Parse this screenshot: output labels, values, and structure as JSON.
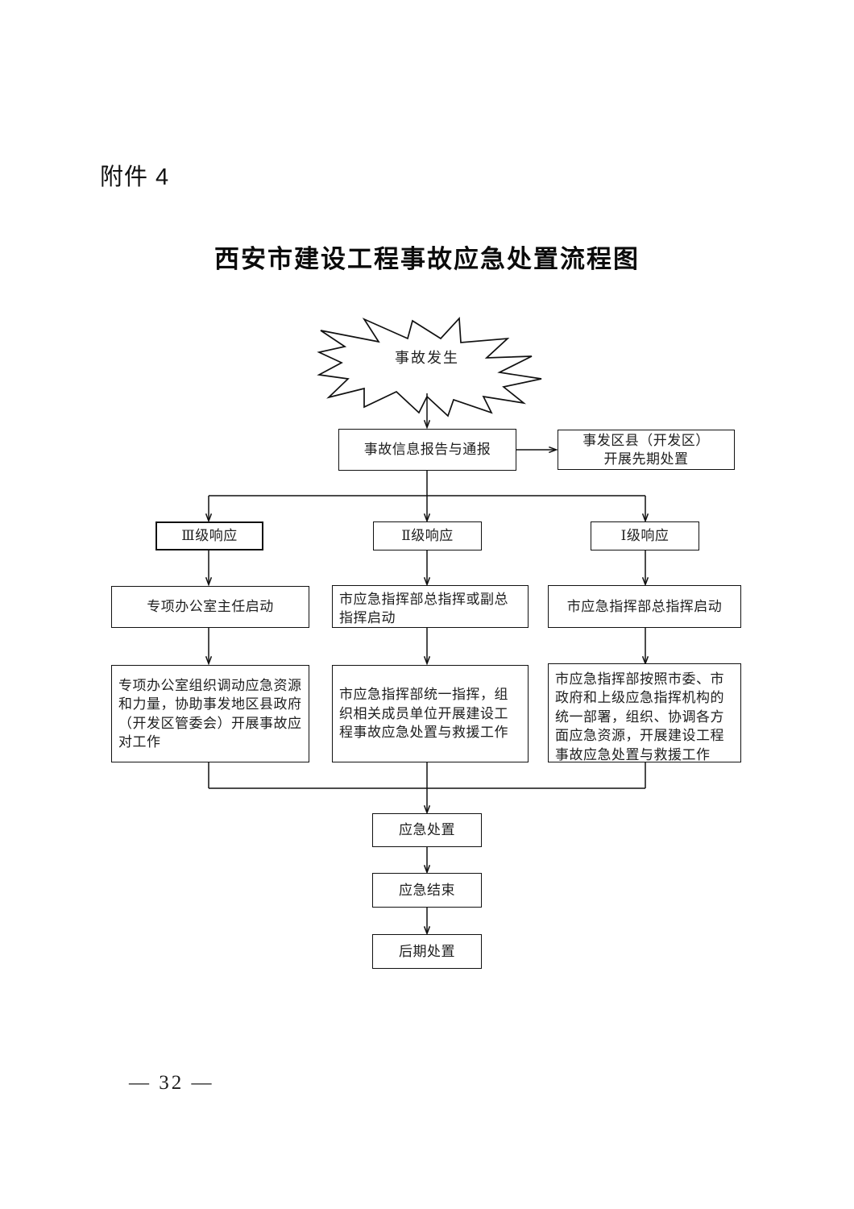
{
  "page": {
    "attachment_label": "附件 4",
    "title": "西安市建设工程事故应急处置流程图",
    "page_number": "—  32  —"
  },
  "flow": {
    "start_burst": {
      "shape": "starburst",
      "label": "事故发生"
    },
    "nodes": [
      {
        "id": "report",
        "label": "事故信息报告与通报"
      },
      {
        "id": "district-initial",
        "label": "事发区县（开发区）\n开展先期处置"
      },
      {
        "id": "level3",
        "label": "Ⅲ级响应"
      },
      {
        "id": "level2",
        "label": "Ⅱ级响应"
      },
      {
        "id": "level1",
        "label": "Ⅰ级响应"
      },
      {
        "id": "level3-activate",
        "label": "专项办公室主任启动"
      },
      {
        "id": "level2-activate",
        "label": "市应急指挥部总指挥或副总指挥启动"
      },
      {
        "id": "level1-activate",
        "label": "市应急指挥部总指挥启动"
      },
      {
        "id": "level3-action",
        "label": "专项办公室组织调动应急资源和力量，协助事发地区县政府（开发区管委会）开展事故应对工作"
      },
      {
        "id": "level2-action",
        "label": "市应急指挥部统一指挥，组织相关成员单位开展建设工程事故应急处置与救援工作"
      },
      {
        "id": "level1-action",
        "label": "市应急指挥部按照市委、市政府和上级应急指挥机构的统一部署，组织、协调各方面应急资源，开展建设工程事故应急处置与救援工作"
      },
      {
        "id": "emergency-handling",
        "label": "应急处置"
      },
      {
        "id": "emergency-end",
        "label": "应急结束"
      },
      {
        "id": "post-handling",
        "label": "后期处置"
      }
    ],
    "colors": {
      "line": "#111111",
      "box_border": "#111111",
      "text": "#1e1e1e",
      "background": "#ffffff"
    }
  }
}
